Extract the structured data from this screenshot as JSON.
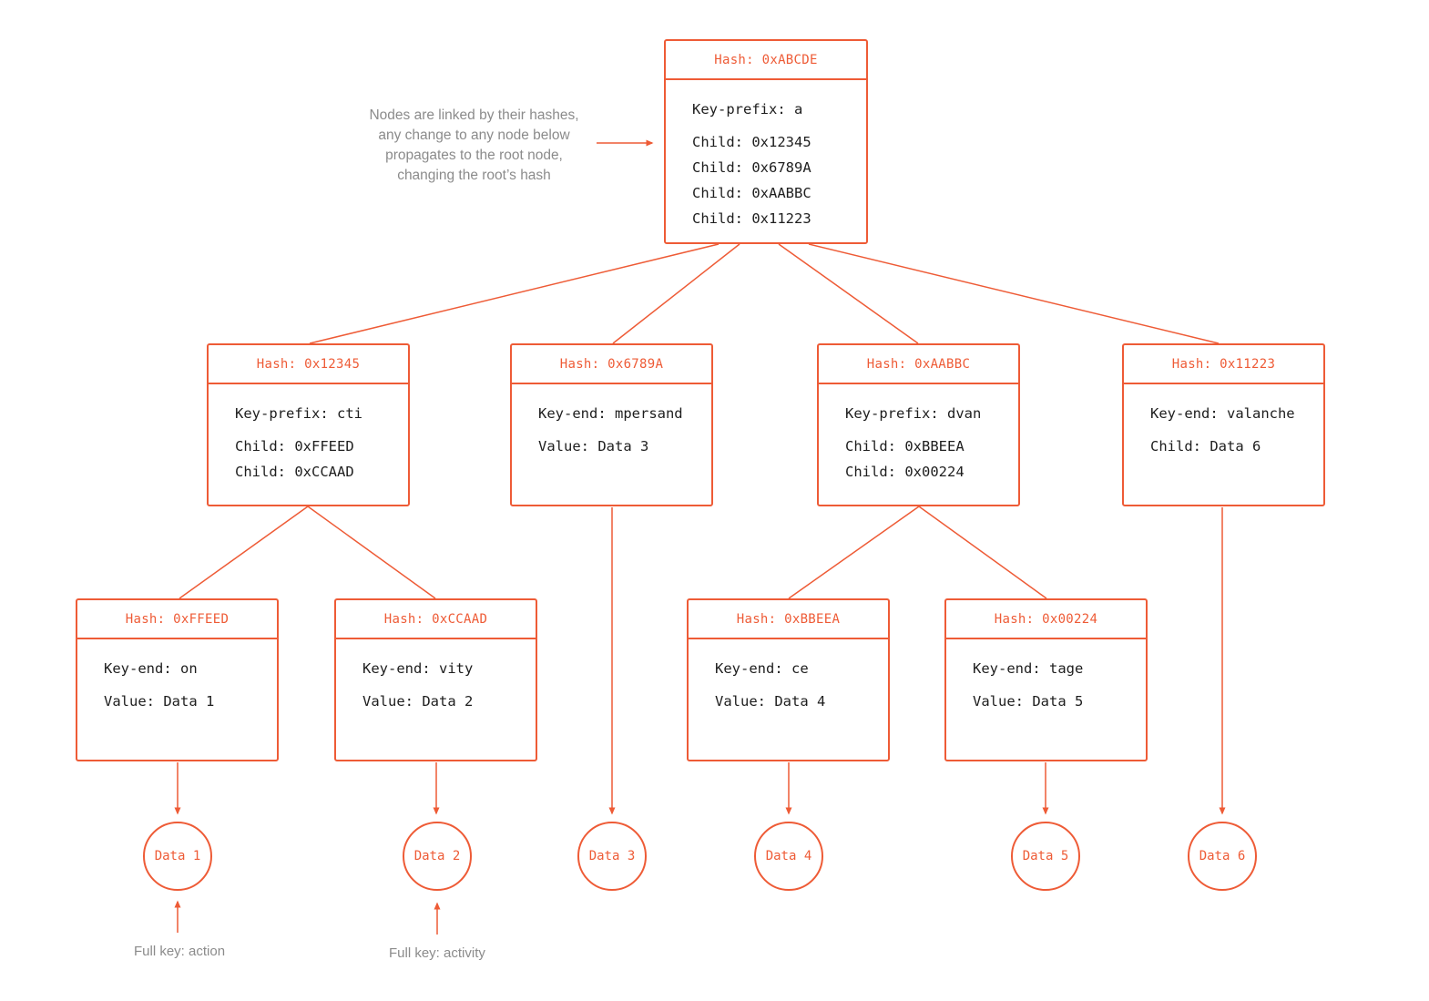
{
  "colors": {
    "accent": "#ee5b36",
    "body_text": "#1e1e1e",
    "annotation_text": "#8b8b8b",
    "background": "#ffffff"
  },
  "annotation": {
    "lines": [
      "Nodes are linked by their hashes,",
      "any change to any node below",
      "propagates to the root node,",
      "changing the root’s hash"
    ]
  },
  "nodes": {
    "root": {
      "hash": "Hash: 0xABCDE",
      "key": "Key-prefix: a",
      "entries": [
        "Child: 0x12345",
        "Child: 0x6789A",
        "Child: 0xAABBC",
        "Child: 0x11223"
      ]
    },
    "n12345": {
      "hash": "Hash: 0x12345",
      "key": "Key-prefix: cti",
      "entries": [
        "Child: 0xFFEED",
        "Child: 0xCCAAD"
      ]
    },
    "n6789a": {
      "hash": "Hash: 0x6789A",
      "key": "Key-end: mpersand",
      "entries": [
        "Value: Data 3"
      ]
    },
    "naabbc": {
      "hash": "Hash: 0xAABBC",
      "key": "Key-prefix: dvan",
      "entries": [
        "Child: 0xBBEEA",
        "Child: 0x00224"
      ]
    },
    "n11223": {
      "hash": "Hash: 0x11223",
      "key": "Key-end: valanche",
      "entries": [
        "Child: Data 6"
      ]
    },
    "nffeed": {
      "hash": "Hash: 0xFFEED",
      "key": "Key-end: on",
      "entries": [
        "Value: Data 1"
      ]
    },
    "nccaad": {
      "hash": "Hash: 0xCCAAD",
      "key": "Key-end: vity",
      "entries": [
        "Value: Data 2"
      ]
    },
    "nbbeea": {
      "hash": "Hash: 0xBBEEA",
      "key": "Key-end: ce",
      "entries": [
        "Value: Data 4"
      ]
    },
    "n00224": {
      "hash": "Hash: 0x00224",
      "key": "Key-end: tage",
      "entries": [
        "Value: Data 5"
      ]
    }
  },
  "leaves": {
    "d1": "Data 1",
    "d2": "Data 2",
    "d3": "Data 3",
    "d4": "Data 4",
    "d5": "Data 5",
    "d6": "Data 6"
  },
  "full_keys": {
    "action": "Full key: action",
    "activity": "Full key: activity"
  }
}
